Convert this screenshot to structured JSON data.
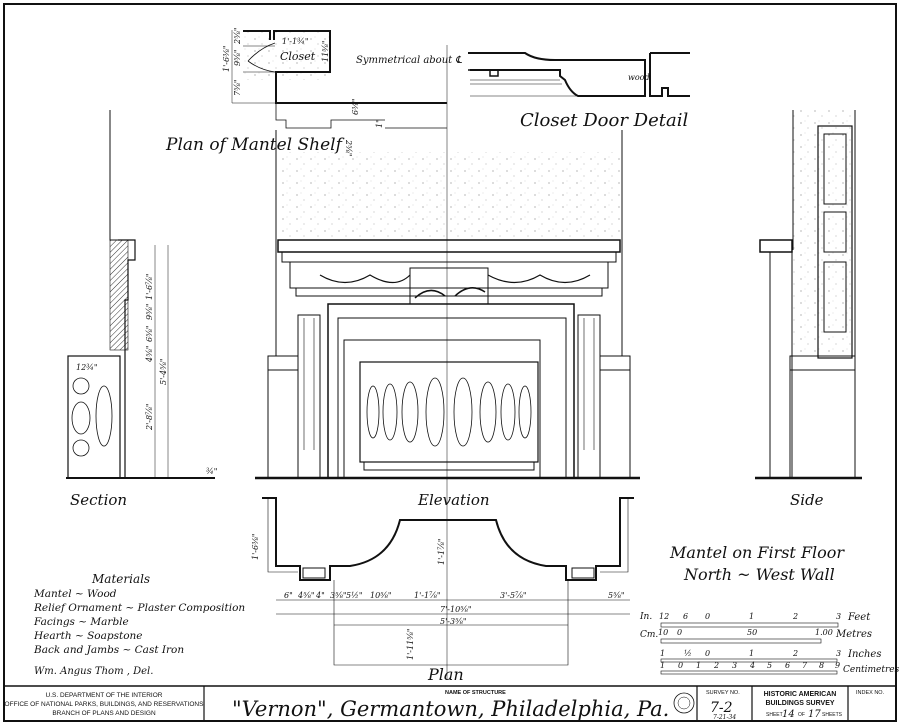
{
  "sheet": {
    "plan_of_mantel_shelf": "Plan of Mantel Shelf",
    "closet_label": "Closet",
    "symmetrical_note": "Symmetrical about ℄",
    "closet_door_detail": "Closet Door Detail",
    "wood_label": "wood",
    "section_label": "Section",
    "elevation_label": "Elevation",
    "side_label": "Side",
    "plan_label": "Plan",
    "caption_line1": "Mantel on First Floor",
    "caption_line2": "North ~ West Wall"
  },
  "shelf_dims": [
    "1'-6⅜\"",
    "2⅝\"",
    "9⅝\"",
    "7⅝\"",
    "1'-1¾\"",
    "11⅝\"",
    "6⅜\"",
    "2⅝\"",
    "1\""
  ],
  "section_dims": [
    "1'-6⅞\"",
    "9⅝\"",
    "6⅝\"",
    "4⅝\"",
    "5'-4⅝\"",
    "2'-8⅞\"",
    "12¾\"",
    "¾\""
  ],
  "plan_dims": {
    "depth": "1'-6⅜\"",
    "center_depth": "1'-1⅞\"",
    "segments": [
      "6\"",
      "4⅝\"",
      "4\"",
      "3⅝\"",
      "5½\"",
      "10⅝\"",
      "1'-1⅞\"",
      "3'-5⅞\"",
      "5⅝\""
    ],
    "overall": "7'-10⅝\"",
    "opening": "5'-3⅝\"",
    "hearth": "1'-11⅝\""
  },
  "materials": {
    "title": "Materials",
    "items": [
      "Mantel ~ Wood",
      "Relief Ornament ~ Plaster Composition",
      "Facings ~ Marble",
      "Hearth ~ Soapstone",
      "Back and Jambs ~ Cast Iron"
    ],
    "delineator": "Wm. Angus Thom , Del."
  },
  "scales": {
    "feet": {
      "unit": "In.",
      "label": "Feet",
      "ticks": [
        "12",
        "6",
        "0",
        "1",
        "2",
        "3"
      ]
    },
    "metres": {
      "unit": "Cm.",
      "label": "Metres",
      "ticks": [
        "10",
        "0",
        "50",
        "1.00"
      ]
    },
    "inches": {
      "label": "Inches",
      "ticks": [
        "1",
        "½",
        "0",
        "1",
        "2",
        "3"
      ]
    },
    "centimetres": {
      "label": "Centimetres",
      "ticks": [
        "1",
        "0",
        "1",
        "2",
        "3",
        "4",
        "5",
        "6",
        "7",
        "8",
        "9"
      ]
    }
  },
  "title_block": {
    "agency_line1": "U.S. DEPARTMENT OF THE INTERIOR",
    "agency_line2": "OFFICE OF NATIONAL PARKS, BUILDINGS, AND RESERVATIONS",
    "agency_line3": "BRANCH OF PLANS AND DESIGN",
    "name_caption": "NAME OF STRUCTURE",
    "structure_name": "\"Vernon\", Germantown, Philadelphia, Pa.",
    "survey_caption": "SURVEY NO.",
    "survey_no": "7-2",
    "survey_date": "7-21-34",
    "habs_line1": "HISTORIC AMERICAN",
    "habs_line2": "BUILDINGS SURVEY",
    "sheet_word": "SHEET",
    "sheet_no": "14",
    "of_word": "OF",
    "sheet_total": "17",
    "sheets_word": "SHEETS",
    "index_caption": "INDEX NO."
  }
}
